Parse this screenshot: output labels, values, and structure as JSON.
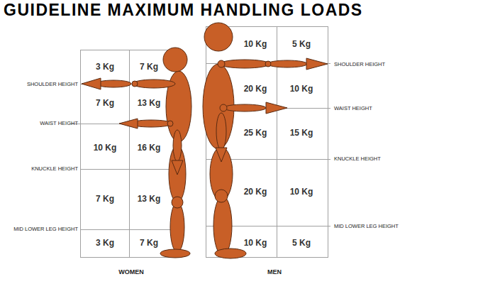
{
  "diagram": {
    "title": "GUIDELINE MAXIMUM HANDLING LOADS",
    "labels": [
      "SHOULDER HEIGHT",
      "WAIST HEIGHT",
      "KNUCKLE HEIGHT",
      "MID LOWER LEG HEIGHT",
      "3 Kg",
      "7 Kg",
      "7 Kg",
      "13 Kg",
      "10 Kg",
      "16 Kg",
      "7 Kg",
      "13 Kg",
      "3 Kg",
      "7 Kg",
      "10 Kg",
      "5 Kg",
      "20 Kg",
      "10 Kg",
      "25 Kg",
      "15 Kg",
      "20 Kg",
      "10 Kg",
      "10 Kg",
      "5 Kg",
      "SHOULDER HEIGHT",
      "WAIST HEIGHT",
      "KNUCKLE HEIGHT",
      "MID LOWER LEG HEIGHT",
      "WOMEN",
      "MEN"
    ]
  }
}
